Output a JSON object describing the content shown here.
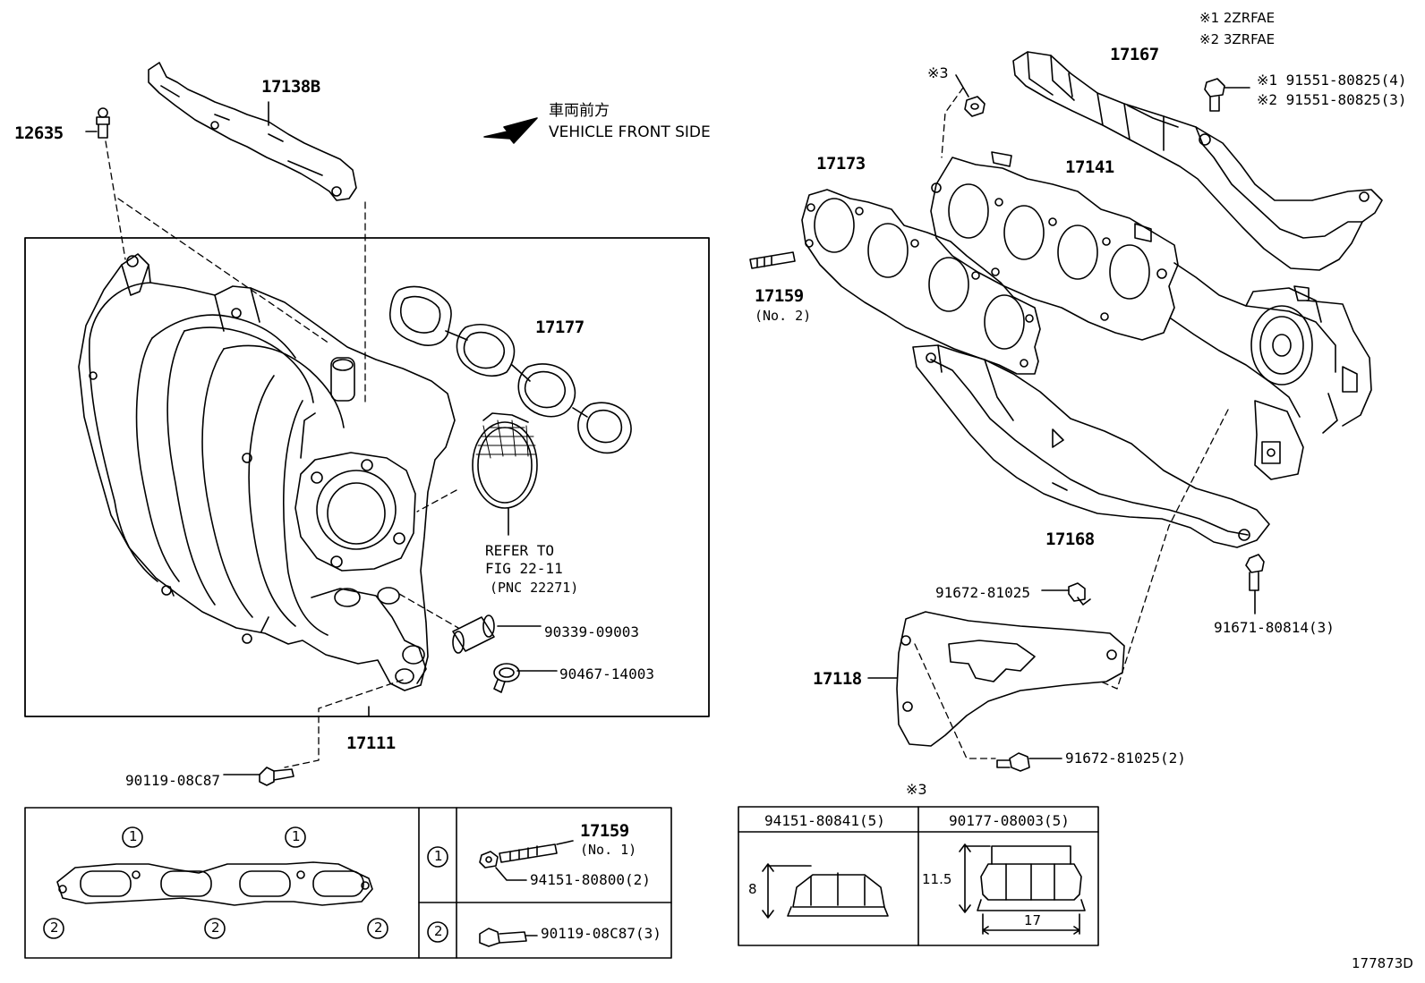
{
  "labels": {
    "p12635": "12635",
    "p17138B": "17138B",
    "front_jp": "車両前方",
    "front_en": "VEHICLE FRONT SIDE",
    "p17177": "17177",
    "refer1": "REFER TO",
    "refer2": "FIG 22-11",
    "refer3": "(PNC 22271)",
    "p90339": "90339-09003",
    "p90467": "90467-14003",
    "p17111": "17111",
    "p90119a": "90119-08C87",
    "note1": "※1 2ZRFAE",
    "note2": "※2 3ZRFAE",
    "p17167": "17167",
    "mark3a": "※3",
    "bolt1": "※1 91551-80825(4)",
    "bolt2": "※2 91551-80825(3)",
    "p17173": "17173",
    "p17141": "17141",
    "p17159b": "17159",
    "p17159b_sub": "(No. 2)",
    "p17168": "17168",
    "p91672a": "91672-81025",
    "p91671": "91671-80814(3)",
    "p17118": "17118",
    "p91672b": "91672-81025(2)",
    "mark3b": "※3",
    "nut1": "94151-80841(5)",
    "nut2": "90177-08003(5)",
    "dim8": "8",
    "dim115": "11.5",
    "dim17": "17",
    "p17159a": "17159",
    "p17159a_sub": "(No. 1)",
    "p94151": "94151-80800(2)",
    "p90119b": "90119-08C87(3)",
    "c1a": "1",
    "c1b": "1",
    "c1c": "1",
    "c2a": "2",
    "c2b": "2",
    "c2c": "2",
    "c2d": "2",
    "figure_id": "177873D"
  },
  "icons": [
    "stud-bolt-icon",
    "hex-nut-icon",
    "flange-bolt-icon",
    "hose-clamp-icon",
    "arrow-left-icon"
  ]
}
